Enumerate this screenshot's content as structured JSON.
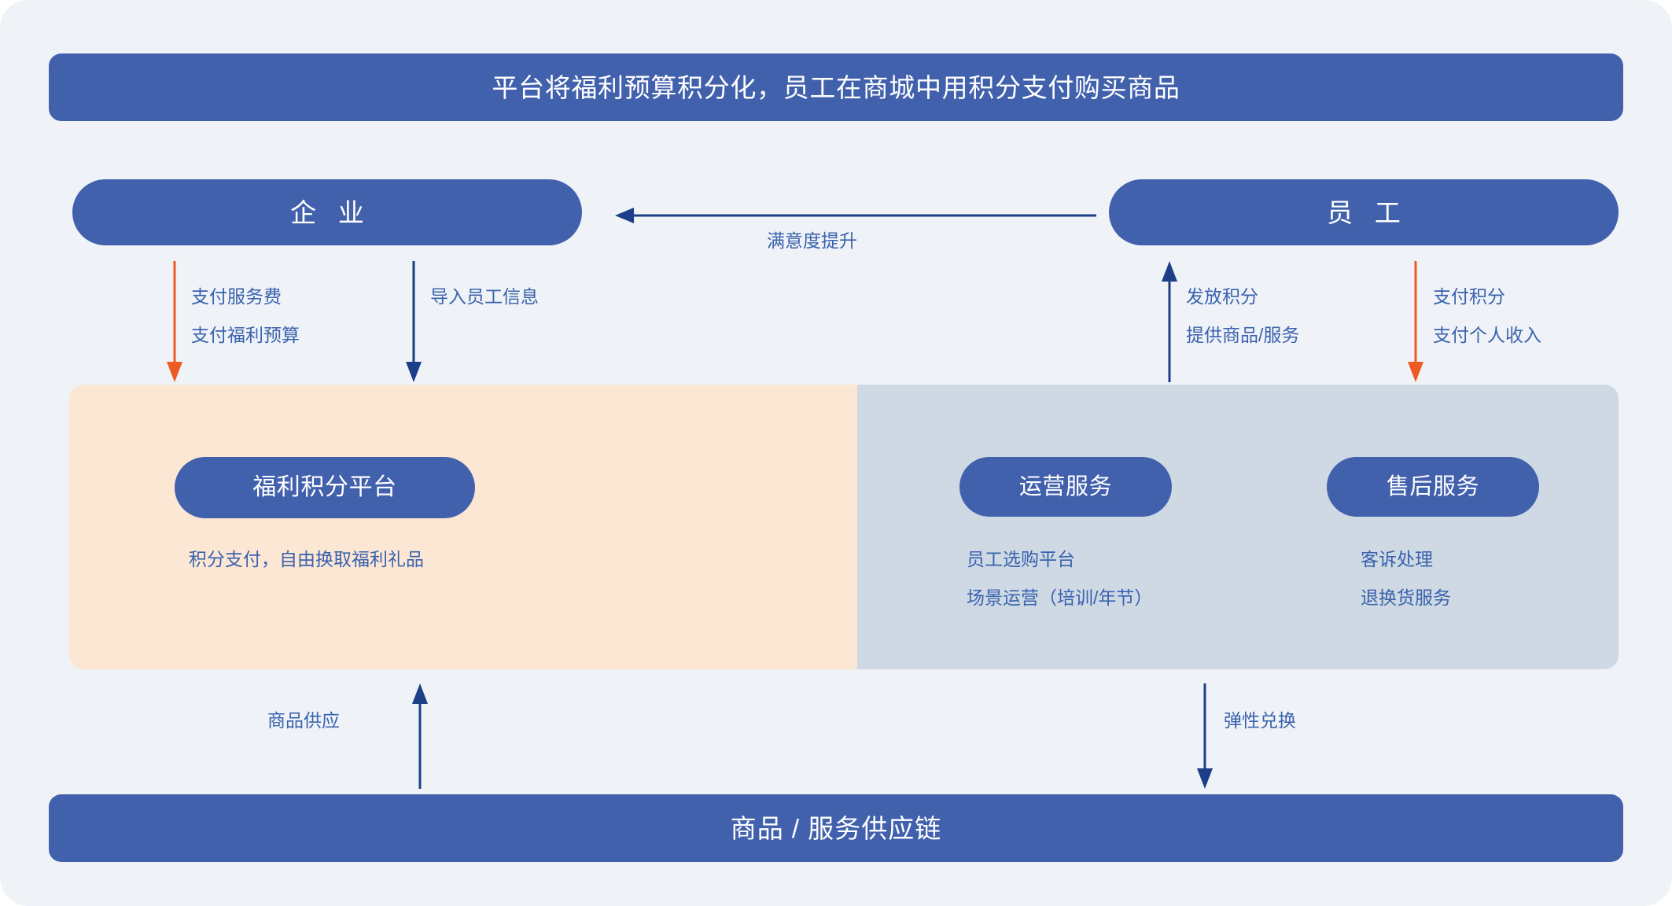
{
  "colors": {
    "background": "#eff3f7",
    "brand_blue": "#4261ad",
    "label_blue": "#3a62ae",
    "arrow_blue": "#1c3f87",
    "arrow_orange": "#ee5a24",
    "zone_orange": "#fce7d4",
    "zone_blue_grey": "#ced9e4"
  },
  "header": {
    "title": "平台将福利预算积分化，员工在商城中用积分支付购买商品"
  },
  "actors": {
    "enterprise": "企 业",
    "employee": "员 工"
  },
  "flows": {
    "satisfaction": "满意度提升",
    "pay_service_fee": "支付服务费",
    "pay_welfare_budget": "支付福利预算",
    "import_employee_info": "导入员工信息",
    "grant_points": "发放积分",
    "provide_goods_services": "提供商品/服务",
    "pay_points": "支付积分",
    "pay_personal_income": "支付个人收入",
    "goods_supply": "商品供应",
    "flexible_redemption": "弹性兑换"
  },
  "panel": {
    "left_zone": {
      "service": "福利积分平台",
      "bullets": [
        "积分支付，自由换取福利礼品"
      ]
    },
    "right_zone": {
      "operation": {
        "service": "运营服务",
        "bullets": [
          "员工选购平台",
          "场景运营（培训/年节）"
        ]
      },
      "aftersales": {
        "service": "售后服务",
        "bullets": [
          "客诉处理",
          "退换货服务"
        ]
      }
    }
  },
  "footer": {
    "supply_chain": "商品 / 服务供应链"
  }
}
